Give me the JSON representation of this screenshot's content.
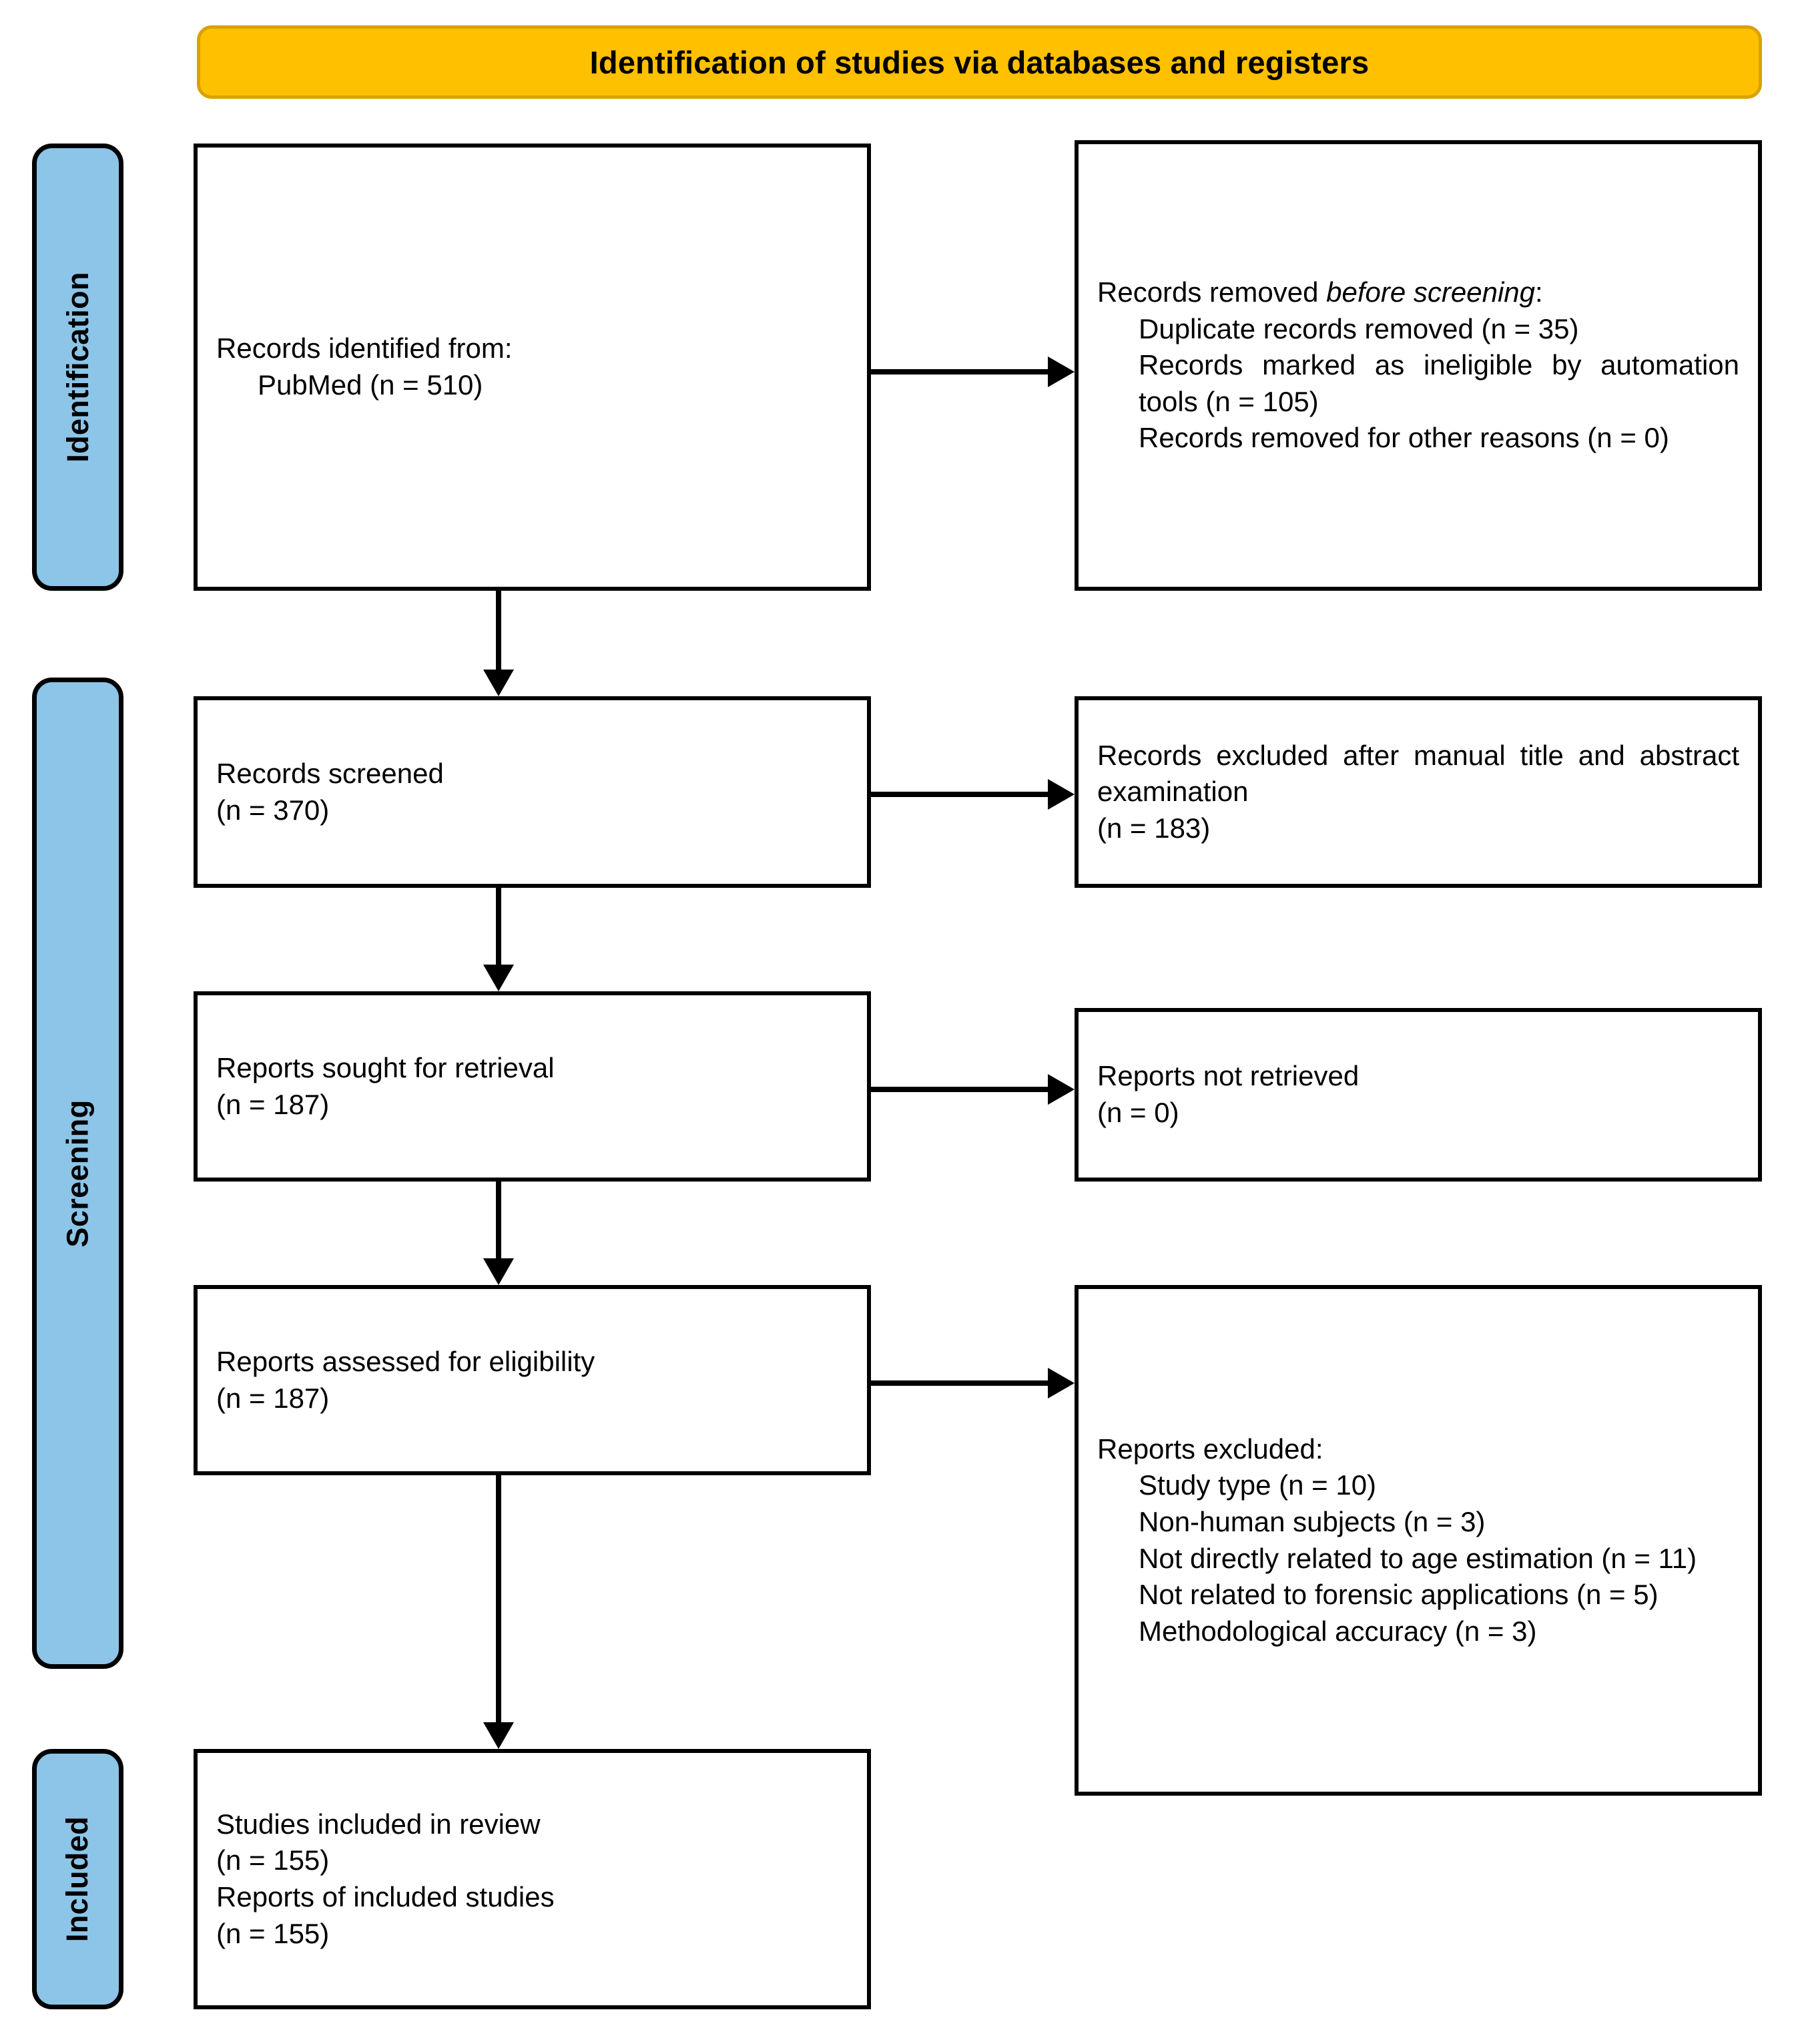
{
  "diagram": {
    "type": "PRISMA 2020 flow diagram",
    "banner_title": "Identification of studies via databases and registers",
    "colors": {
      "banner_fill": "#FFC000",
      "banner_border": "#D9A200",
      "stage_tab_fill": "#8CC5E8",
      "box_border": "#000000",
      "box_fill": "#FFFFFF",
      "text": "#000000"
    }
  },
  "stages": [
    {
      "label": "Identification"
    },
    {
      "label": "Screening"
    },
    {
      "label": "Included"
    }
  ],
  "boxes": {
    "identified": {
      "line1": "Records identified from:",
      "line2": "PubMed (n = 510)"
    },
    "removed_before_screening": {
      "heading_prefix": "Records removed ",
      "heading_italic": "before screening",
      "heading_suffix": ":",
      "item1": "Duplicate records removed (n = 35)",
      "item2": "Records marked as ineligible by automation tools (n = 105)",
      "item3": "Records removed for other reasons (n = 0)"
    },
    "screened": {
      "line1": "Records screened",
      "line2": "(n = 370)"
    },
    "excluded_manual": {
      "line1": "Records excluded after manual title and abstract examination",
      "line2": "(n = 183)"
    },
    "sought_retrieval": {
      "line1": "Reports sought for retrieval",
      "line2": "(n = 187)"
    },
    "not_retrieved": {
      "line1": "Reports not retrieved",
      "line2": "(n = 0)"
    },
    "assessed_eligibility": {
      "line1": "Reports assessed for eligibility",
      "line2": "(n = 187)"
    },
    "reports_excluded": {
      "heading": "Reports excluded:",
      "item1": "Study type (n = 10)",
      "item2": "Non-human subjects (n = 3)",
      "item3": "Not directly related to age estimation (n = 11)",
      "item4": "Not related to forensic applications (n = 5)",
      "item5": "Methodological accuracy (n = 3)"
    },
    "included": {
      "line1": "Studies included in review",
      "line2": "(n = 155)",
      "line3": "Reports of included studies",
      "line4": "(n = 155)"
    }
  },
  "counts": {
    "pubmed_identified": 510,
    "duplicates_removed": 35,
    "ineligible_by_automation": 105,
    "removed_other_reasons": 0,
    "records_screened": 370,
    "records_excluded_manual": 183,
    "reports_sought": 187,
    "reports_not_retrieved": 0,
    "reports_assessed": 187,
    "excluded_study_type": 10,
    "excluded_non_human": 3,
    "excluded_not_age_estimation": 11,
    "excluded_not_forensic": 5,
    "excluded_methodological_accuracy": 3,
    "studies_included": 155,
    "reports_of_included_studies": 155
  }
}
